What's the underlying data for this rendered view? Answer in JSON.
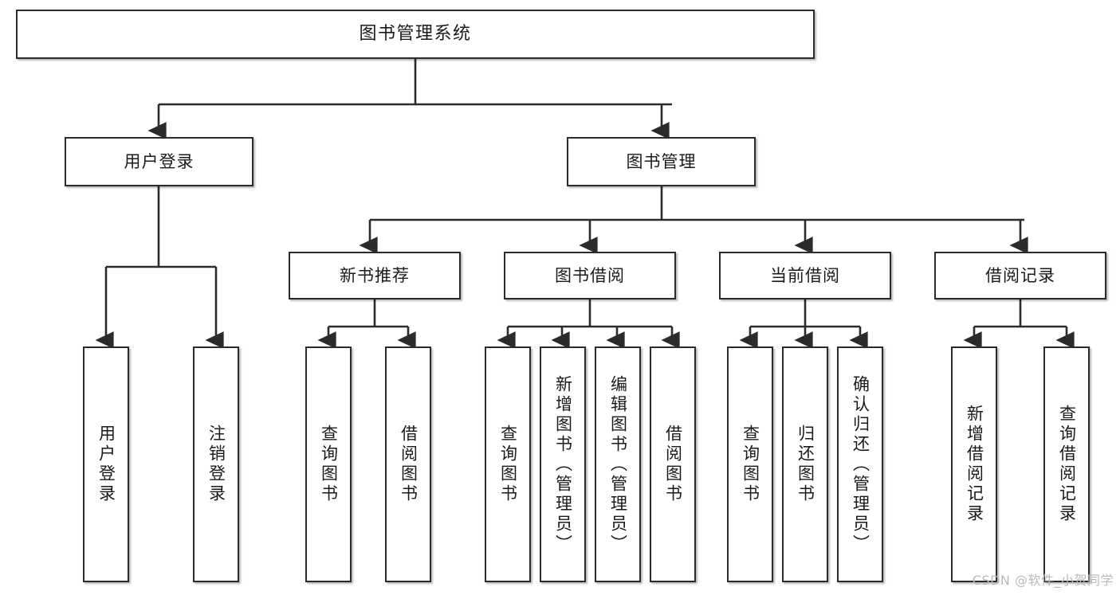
{
  "diagram": {
    "type": "tree-hierarchy-flowchart",
    "title": "图书管理系统",
    "watermark": "CSDN @软件_小贺同学",
    "line_color": "#2b2b2b",
    "box_fill": "#ffffff",
    "text_color": "#1a1a1a",
    "nodes": {
      "root": {
        "label": "图书管理系统"
      },
      "level1": [
        {
          "label": "用户登录"
        },
        {
          "label": "图书管理"
        }
      ],
      "level2": [
        {
          "label": "新书推荐"
        },
        {
          "label": "图书借阅"
        },
        {
          "label": "当前借阅"
        },
        {
          "label": "借阅记录"
        }
      ],
      "leaves": {
        "user_login": [
          {
            "label": "用户登录"
          },
          {
            "label": "注销登录"
          }
        ],
        "new_book_recommend": [
          {
            "label": "查询图书"
          },
          {
            "label": "借阅图书"
          }
        ],
        "book_borrow": [
          {
            "label": "查询图书"
          },
          {
            "label": "新增图书（管理员）"
          },
          {
            "label": "编辑图书（管理员）"
          },
          {
            "label": "借阅图书"
          }
        ],
        "current_borrow": [
          {
            "label": "查询图书"
          },
          {
            "label": "归还图书"
          },
          {
            "label": "确认归还（管理员）"
          }
        ],
        "borrow_record": [
          {
            "label": "新增借阅记录"
          },
          {
            "label": "查询借阅记录"
          }
        ]
      }
    }
  }
}
